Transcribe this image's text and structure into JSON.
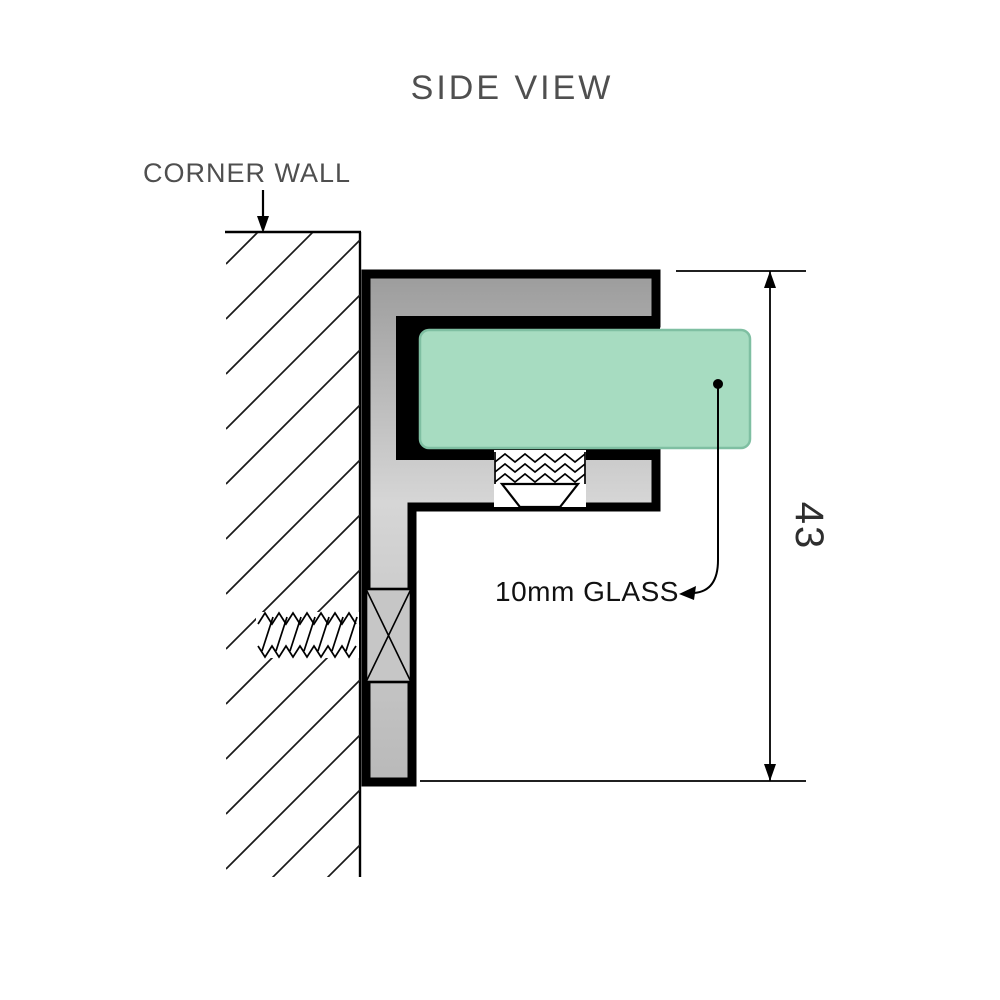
{
  "diagram": {
    "title": "SIDE VIEW",
    "wall_label": "CORNER WALL",
    "glass_label": "10mm GLASS",
    "dimension_value": "43",
    "colors": {
      "glass_fill": "#a7dcc1",
      "glass_edge": "#7fbfa2",
      "bracket_dark": "#9c9c9c",
      "bracket_light": "#d6d6d6",
      "bracket_mid": "#b9b9b9",
      "outline": "#000000",
      "label_gray": "#4f4f4f"
    }
  }
}
